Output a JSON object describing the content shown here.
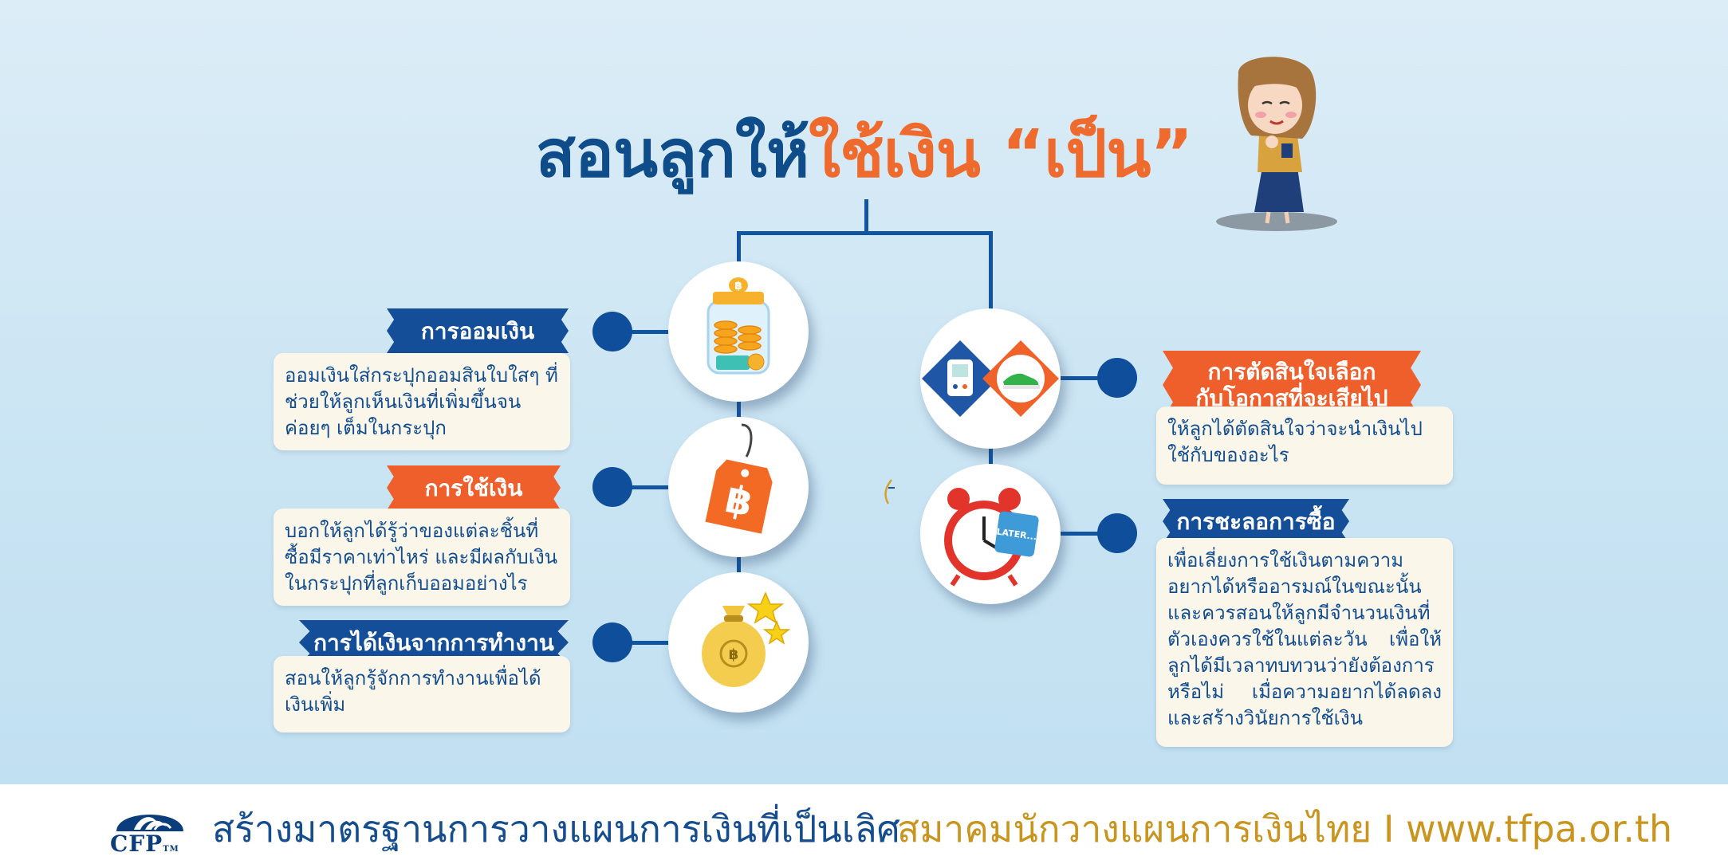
{
  "title": {
    "part1": "สอนลูกให้",
    "part2": "ใช้เงิน “เป็น”"
  },
  "left_items": [
    {
      "heading": "การออมเงิน",
      "body": "ออมเงินใส่กระปุกออมสินใบใสๆ ที่ช่วยให้ลูกเห็นเงินที่เพิ่มขึ้นจนค่อยๆ เต็มในกระปุก"
    },
    {
      "heading": "การใช้เงิน",
      "body": "บอกให้ลูกได้รู้ว่าของแต่ละชิ้นที่ซื้อมีราคาเท่าไหร่ และมีผลกับเงินในกระปุกที่ลูกเก็บออมอย่างไร"
    },
    {
      "heading": "การได้เงินจากการทำงาน",
      "body": "สอนให้ลูกรู้จักการทำงานเพื่อได้เงินเพิ่ม"
    }
  ],
  "right_items": [
    {
      "heading": "การตัดสินใจเลือกกับโอกาสที่จะเสียไป",
      "body": "ให้ลูกได้ตัดสินใจว่าจะนำเงินไปใช้กับของอะไร"
    },
    {
      "heading": "การชะลอการซื้อ",
      "body": "เพื่อเลี่ยงการใช้เงินตามความอยากได้หรืออารมณ์ในขณะนั้น และควรสอนให้ลูกมีจำนวนเงินที่ตัวเองควรใช้ในแต่ละวัน เพื่อให้ลูกได้มีเวลาทบทวนว่ายังต้องการหรือไม่ เมื่อความอยากได้ลดลงและสร้างวินัยการใช้เงิน"
    }
  ],
  "icons": {
    "baht_symbol": "฿",
    "later_tag": "LATER..."
  },
  "footer": {
    "slogan": "สร้างมาตรฐานการวางแผนการเงินที่เป็นเลิศ",
    "organization": "สมาคมนักวางแผนการเงินไทย",
    "separator": "I",
    "website": "www.tfpa.or.th",
    "logo_text": "CFP",
    "logo_tm": "TM"
  },
  "colors": {
    "navy": "#0f4d8a",
    "orange": "#ef6b2d",
    "card": "#fbf6ea",
    "gold": "#c9951f"
  }
}
